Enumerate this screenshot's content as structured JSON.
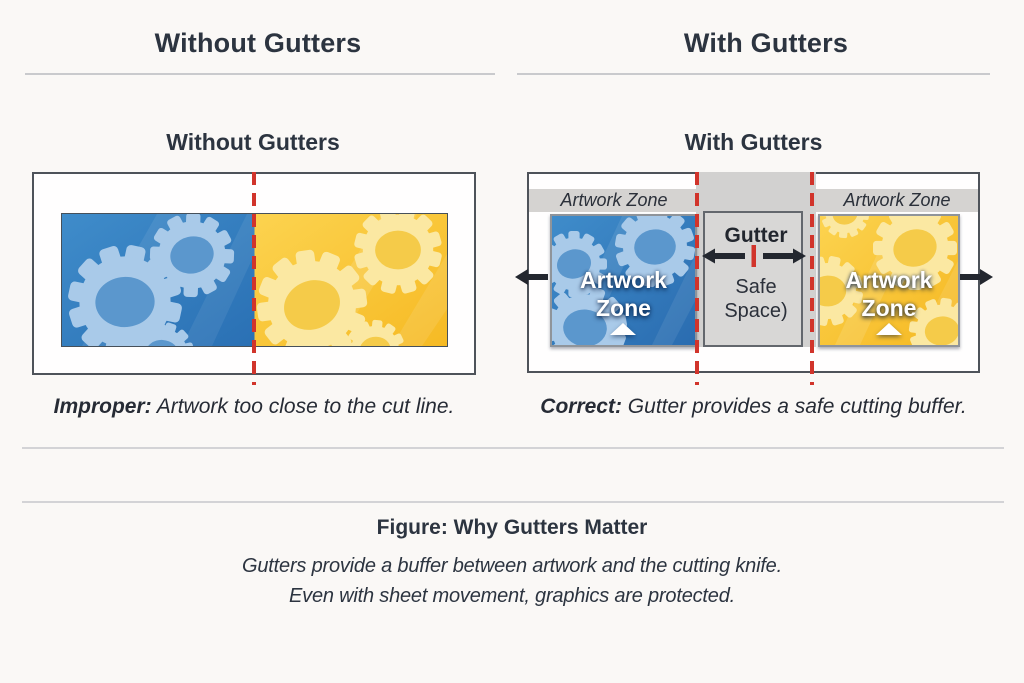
{
  "colors": {
    "accent_red": "#d1342b",
    "blue_artwork": "#2e78bb",
    "blue_gear": "#a9cae9",
    "yellow_artwork": "#f8c633",
    "yellow_gear": "#fbe8a2",
    "band_gray": "#d5d3d1",
    "box_border": "#4e535a",
    "text_dark": "#2c3440"
  },
  "headers": {
    "left": "Without Gutters",
    "right": "With Gutters"
  },
  "left_panel": {
    "title": "Without Gutters",
    "caption_lead": "Improper:",
    "caption_rest": " Artwork too close to the cut line."
  },
  "right_panel": {
    "title": "With Gutters",
    "artwork_band_left": "Artwork Zone",
    "artwork_band_right": "Artwork Zone",
    "gutter_title": "Gutter",
    "gutter_line1": "Safe",
    "gutter_line2": "Space)",
    "blue_zone": {
      "line1": "Artwork",
      "line2": "Zone"
    },
    "yellow_zone": {
      "line1": "Artwork",
      "line2": "Zone"
    },
    "caption_lead": "Correct:",
    "caption_rest": " Gutter provides a safe cutting buffer."
  },
  "footer": {
    "title": "Figure: Why Gutters Matter",
    "line1": "Gutters provide a buffer between artwork and the cutting knife.",
    "line2": "Even with sheet movement, graphics are protected."
  }
}
